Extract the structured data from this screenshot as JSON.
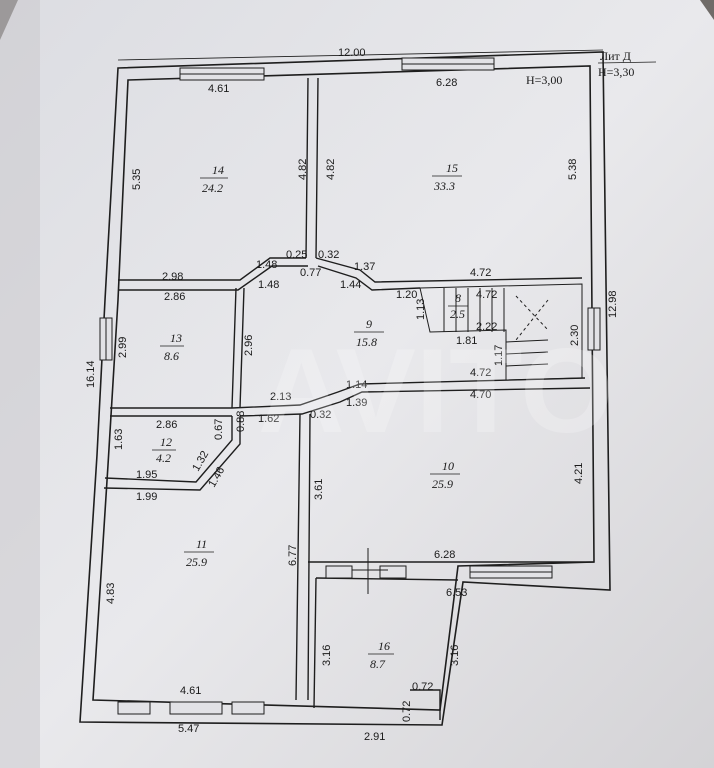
{
  "header": {
    "lit": "Лит Д",
    "height_outer": "H=3,30",
    "height_inner": "H=3,00"
  },
  "watermark": "AVITO",
  "rooms": [
    {
      "num": "14",
      "area": "24.2"
    },
    {
      "num": "15",
      "area": "33.3"
    },
    {
      "num": "13",
      "area": "8.6"
    },
    {
      "num": "9",
      "area": "15.8"
    },
    {
      "num": "8",
      "area": "2.5"
    },
    {
      "num": "12",
      "area": "4.2"
    },
    {
      "num": "10",
      "area": "25.9"
    },
    {
      "num": "11",
      "area": "25.9"
    },
    {
      "num": "16",
      "area": "8.7"
    }
  ],
  "dimensions": {
    "top_total": "12.00",
    "top_left": "4.61",
    "top_right": "6.28",
    "left_total": "16.14",
    "right_total": "12.98",
    "r14_height": "5.35",
    "r14_partition": "4.82",
    "r15_partition": "4.82",
    "r15_height": "5.38",
    "r14_bottom": "2.98",
    "d148a": "1.48",
    "d025": "0.25",
    "d032a": "0.32",
    "d077": "0.77",
    "d137": "1.37",
    "d472a": "4.72",
    "d148b": "1.48",
    "d144": "1.44",
    "d120": "1.20",
    "d472b": "4.72",
    "d286a": "2.86",
    "d299": "2.99",
    "d296": "2.96",
    "d113": "1.13",
    "d222": "2.22",
    "d230": "2.30",
    "d181": "1.81",
    "d117": "1.17",
    "d472c": "4.72",
    "d213": "2.13",
    "d114": "1.14",
    "d139": "1.39",
    "d470": "4.70",
    "d162": "1.62",
    "d032b": "0.32",
    "d286b": "2.86",
    "d088": "0.88",
    "d067": "0.67",
    "d163": "1.63",
    "d132": "1.32",
    "d146": "1.46",
    "d195": "1.95",
    "d199": "1.99",
    "d361": "3.61",
    "d421": "4.21",
    "d677": "6.77",
    "d628b": "6.28",
    "d653": "6.53",
    "d483": "4.83",
    "d316a": "3.16",
    "d316b": "3.16",
    "d461b": "4.61",
    "d072a": "0.72",
    "d072b": "0.72",
    "d547": "5.47",
    "d291": "2.91"
  }
}
